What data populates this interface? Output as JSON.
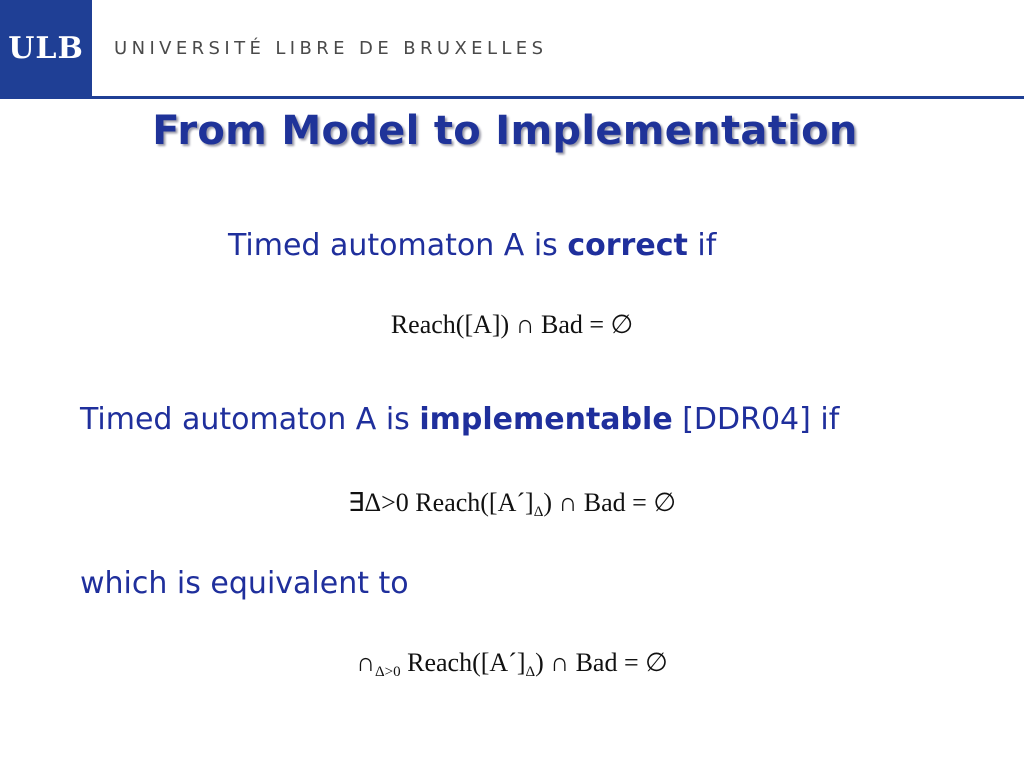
{
  "header": {
    "logo_text": "ULB",
    "university_name": "UNIVERSITÉ LIBRE DE BRUXELLES"
  },
  "slide": {
    "title": "From Model to Implementation",
    "correct_line": {
      "pre": "Timed automaton A is ",
      "bold": "correct",
      "post": " if"
    },
    "formula1": "Reach([A]) ∩ Bad = ∅",
    "implementable_line": {
      "pre": "Timed automaton A is ",
      "bold": "implementable",
      "post": " [DDR04] if"
    },
    "formula2": {
      "prefix": "∃Δ>0 Reach([A´]",
      "sub": "Δ",
      "suffix": ") ∩ Bad = ∅"
    },
    "equivalent_line": "which is equivalent to",
    "formula3": {
      "cap": "∩",
      "cap_sub": "Δ>0",
      "mid": " Reach([A´]",
      "sub": "Δ",
      "suffix": ") ∩ Bad = ∅"
    }
  },
  "colors": {
    "brand_blue": "#1f3f95",
    "text_blue": "#1f2f9c",
    "gray": "#4a4a4a"
  }
}
